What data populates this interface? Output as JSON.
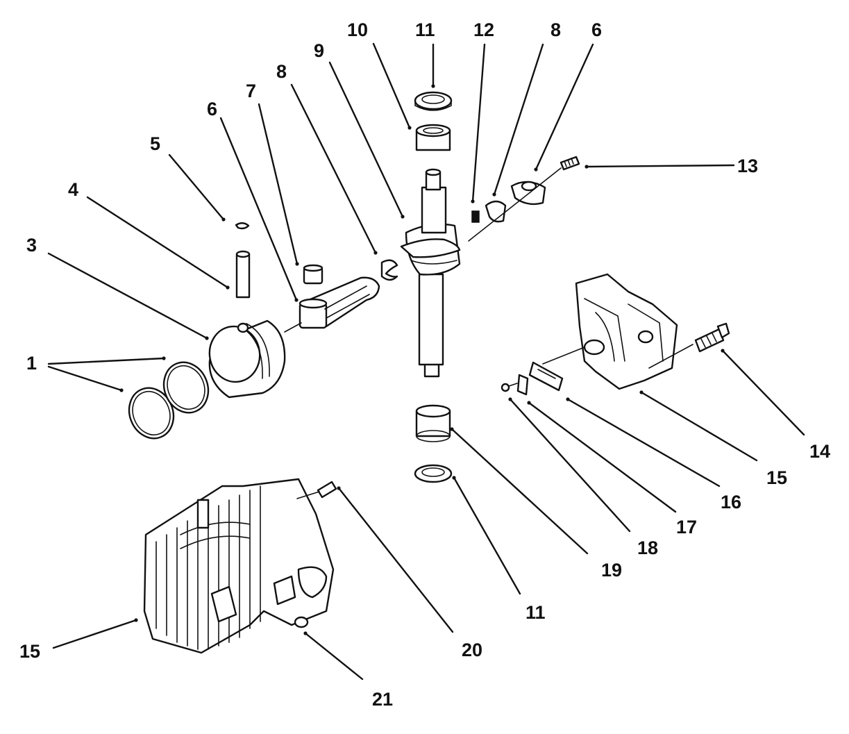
{
  "callouts": [
    {
      "id": "c1",
      "text": "1"
    },
    {
      "id": "c3",
      "text": "3"
    },
    {
      "id": "c4",
      "text": "4"
    },
    {
      "id": "c5",
      "text": "5"
    },
    {
      "id": "c6a",
      "text": "6"
    },
    {
      "id": "c7",
      "text": "7"
    },
    {
      "id": "c8a",
      "text": "8"
    },
    {
      "id": "c9",
      "text": "9"
    },
    {
      "id": "c10",
      "text": "10"
    },
    {
      "id": "c11a",
      "text": "11"
    },
    {
      "id": "c12",
      "text": "12"
    },
    {
      "id": "c8b",
      "text": "8"
    },
    {
      "id": "c6b",
      "text": "6"
    },
    {
      "id": "c13",
      "text": "13"
    },
    {
      "id": "c14",
      "text": "14"
    },
    {
      "id": "c15a",
      "text": "15"
    },
    {
      "id": "c16",
      "text": "16"
    },
    {
      "id": "c17",
      "text": "17"
    },
    {
      "id": "c18",
      "text": "18"
    },
    {
      "id": "c19",
      "text": "19"
    },
    {
      "id": "c11b",
      "text": "11"
    },
    {
      "id": "c20",
      "text": "20"
    },
    {
      "id": "c15b",
      "text": "15"
    },
    {
      "id": "c21",
      "text": "21"
    }
  ]
}
